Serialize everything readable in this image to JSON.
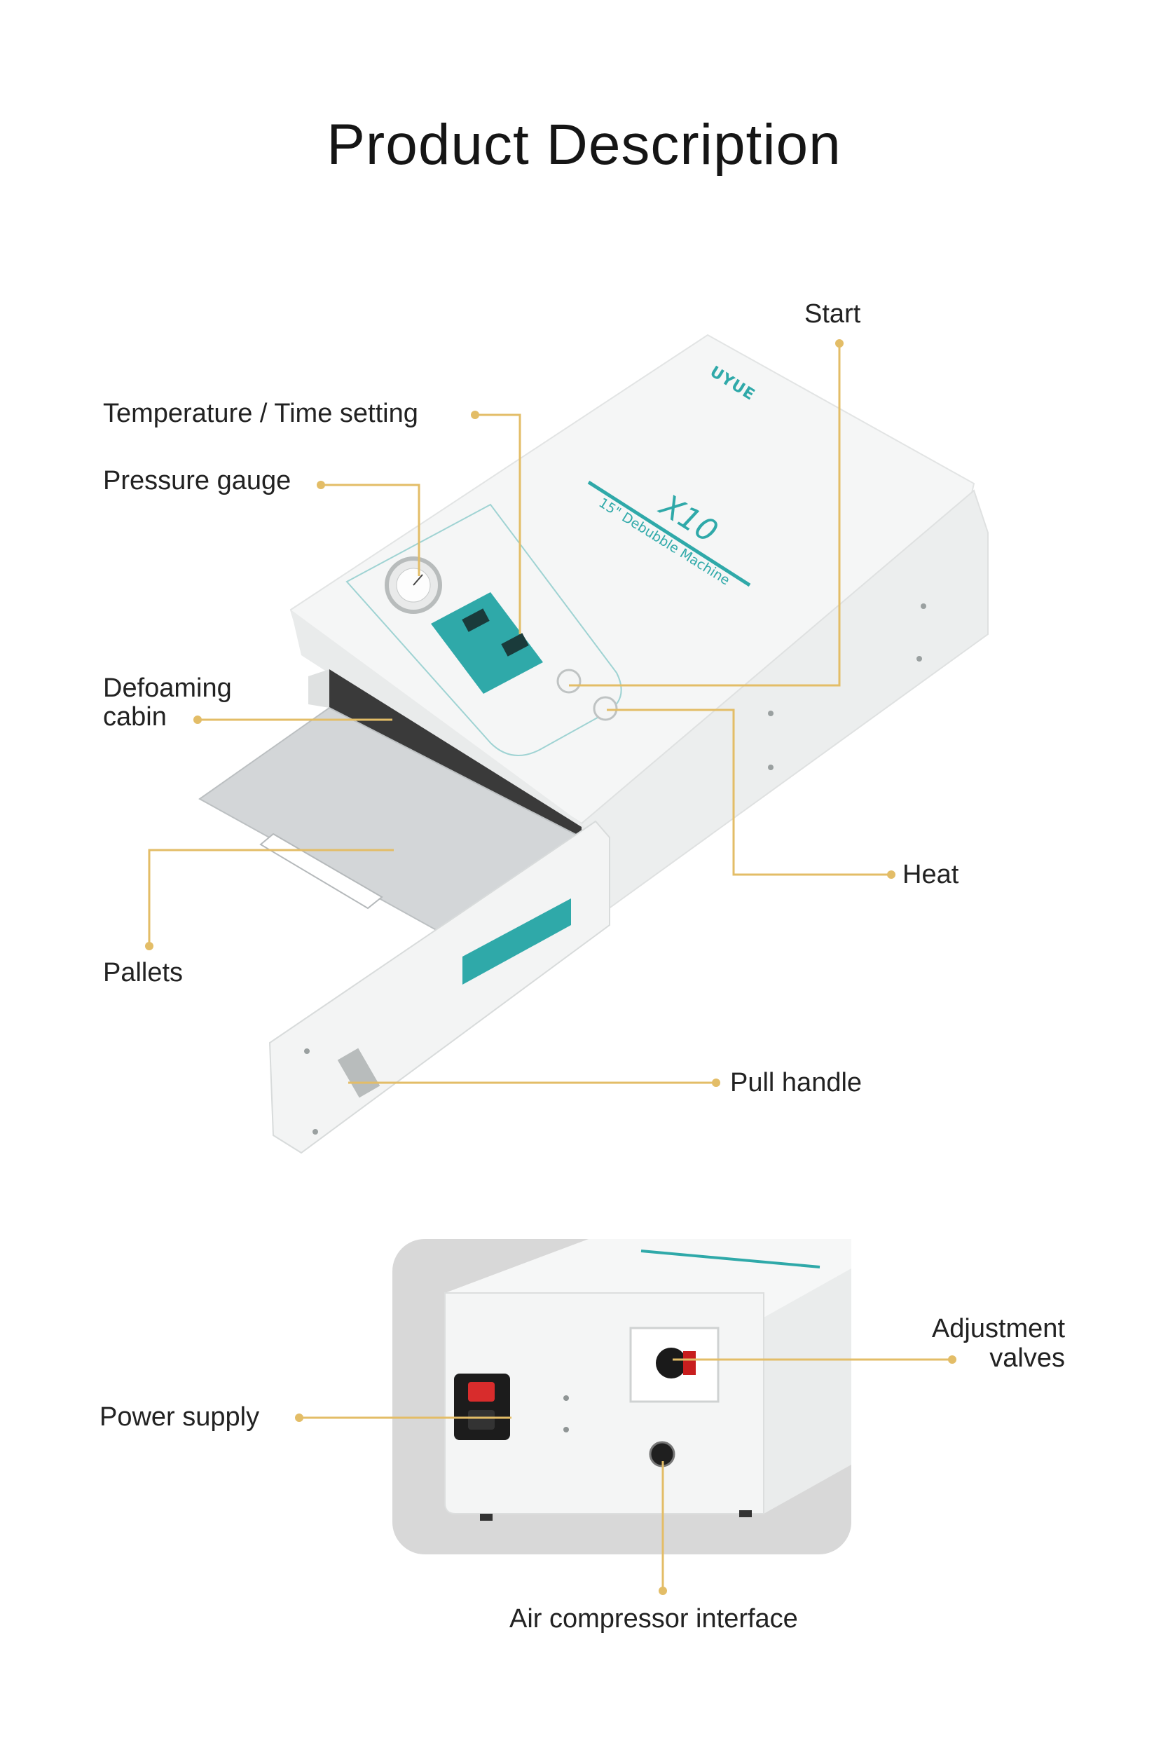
{
  "page": {
    "title": "Product Description"
  },
  "colors": {
    "callout": "#e3bd67",
    "accent_teal": "#2fa9a9",
    "body_white": "#f7f8f8",
    "background": "#ffffff",
    "photo_backdrop": "#dcdcdc"
  },
  "machine": {
    "brand": "UYUE",
    "model": "X10",
    "subtitle": "15\" Debubble Machine"
  },
  "callouts_top": {
    "start": "Start",
    "temperature_time": "Temperature / Time setting",
    "pressure_gauge": "Pressure gauge",
    "defoaming_line1": "Defoaming",
    "defoaming_line2": "cabin",
    "heat": "Heat",
    "pallets": "Pallets",
    "pull_handle": "Pull handle"
  },
  "callouts_bottom": {
    "adjustment_line1": "Adjustment",
    "adjustment_line2": "valves",
    "power_supply": "Power supply",
    "air_compressor": "Air compressor interface"
  }
}
